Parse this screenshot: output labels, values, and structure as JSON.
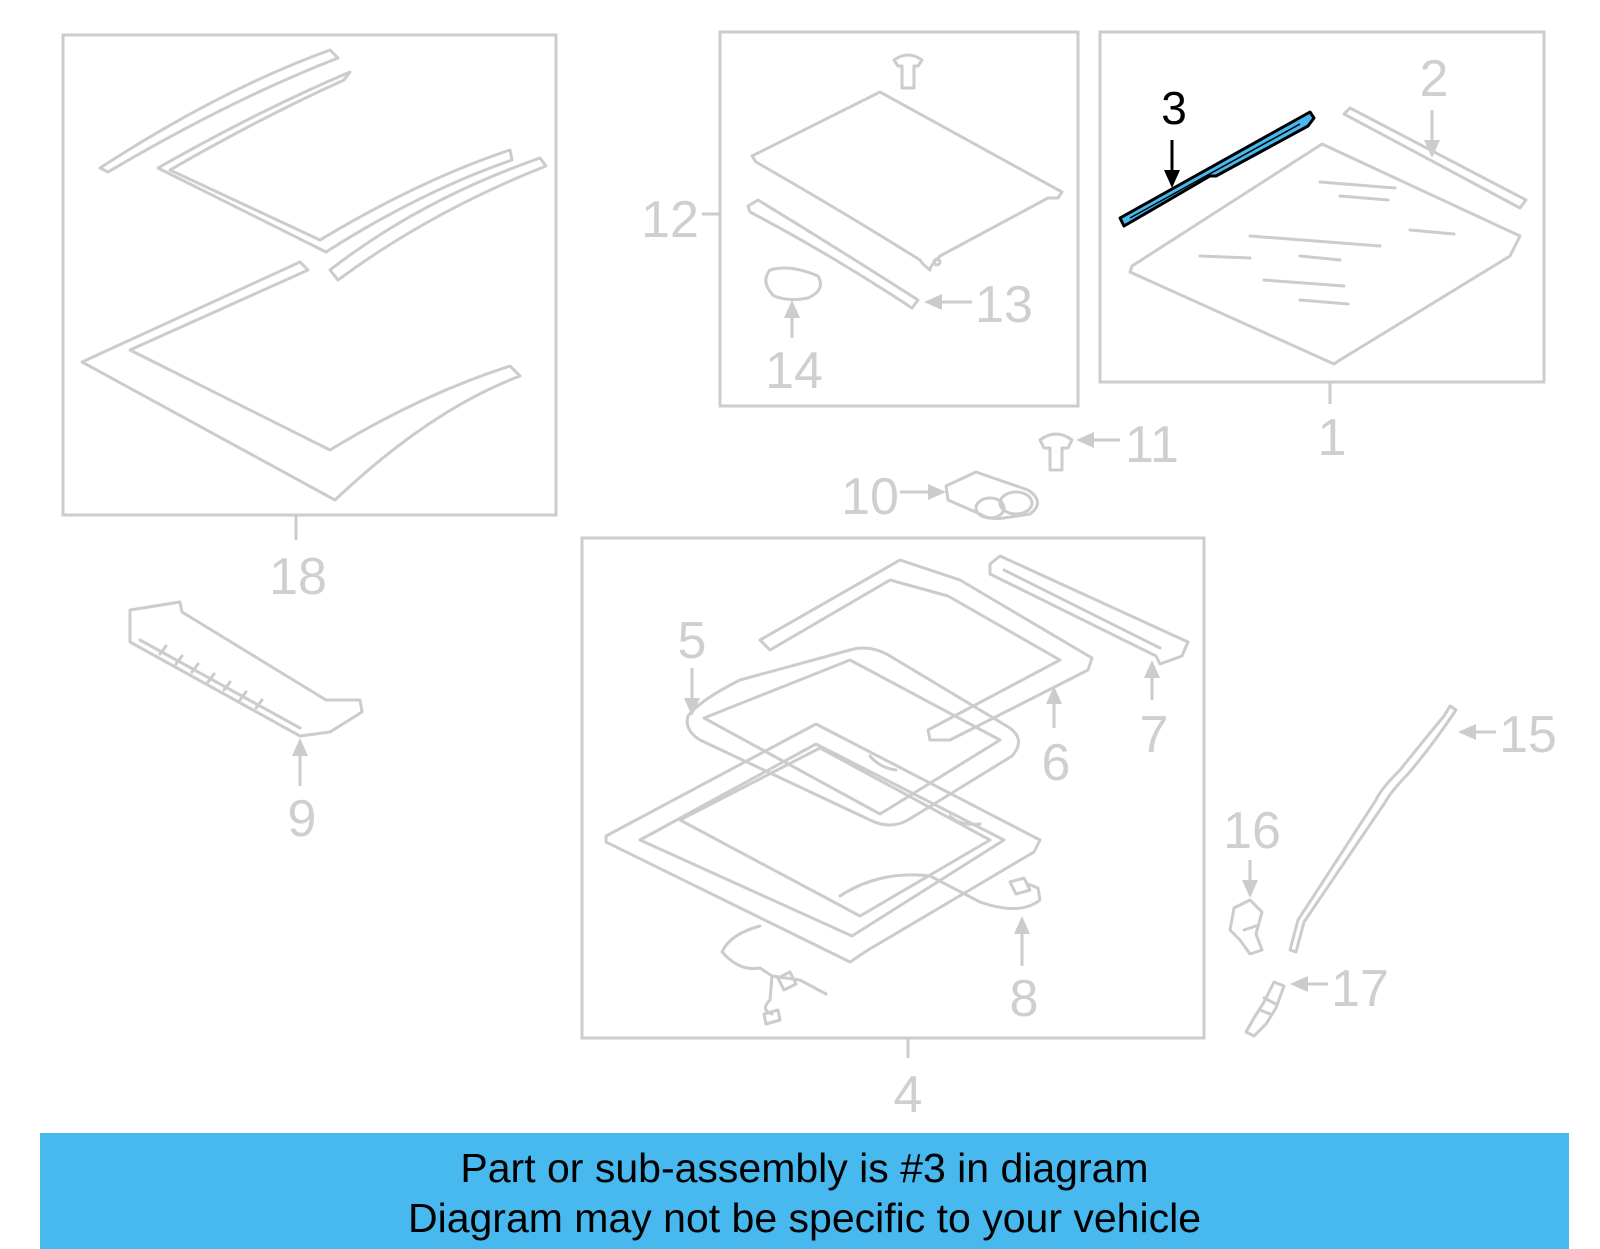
{
  "diagram": {
    "callouts": {
      "c1": "1",
      "c2": "2",
      "c3": "3",
      "c4": "4",
      "c5": "5",
      "c6": "6",
      "c7": "7",
      "c8": "8",
      "c9": "9",
      "c10": "10",
      "c11": "11",
      "c12": "12",
      "c13": "13",
      "c14": "14",
      "c15": "15",
      "c16": "16",
      "c17": "17",
      "c18": "18"
    },
    "highlighted_part": "3",
    "highlight_color": "#47b9ef",
    "line_color": "#cccccc"
  },
  "banner": {
    "line1": "Part or sub-assembly is #3 in diagram",
    "line2": "Diagram may not be specific to your vehicle",
    "background": "#47b9ef"
  }
}
